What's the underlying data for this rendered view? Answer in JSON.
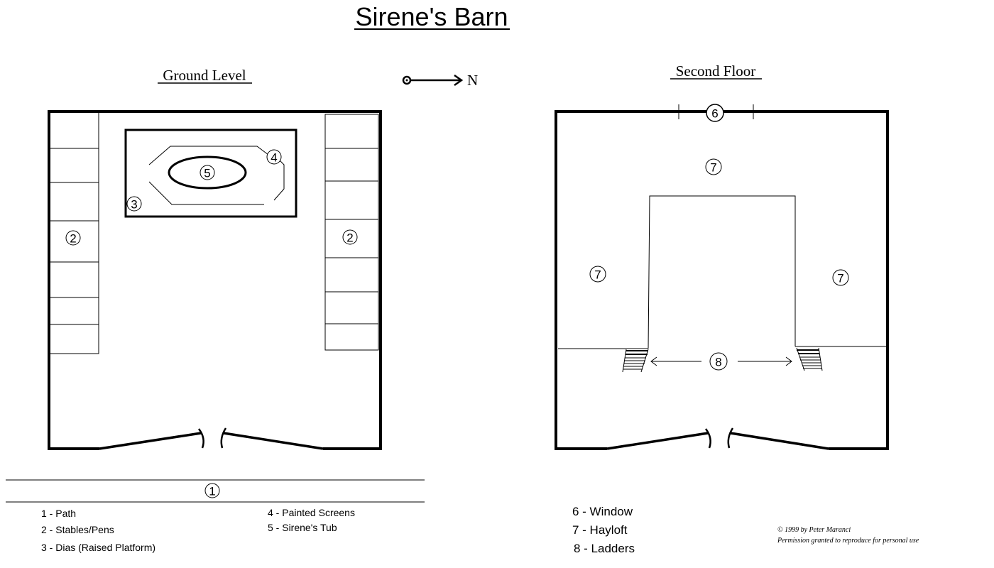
{
  "title": "Sirene's Barn",
  "ground_level": {
    "heading": "Ground Level",
    "labels": {
      "stables_left": "2",
      "stables_right": "2",
      "dias": "3",
      "screens": "4",
      "tub": "5",
      "path": "1"
    }
  },
  "compass": {
    "label": "N"
  },
  "second_floor": {
    "heading": "Second Floor",
    "labels": {
      "window": "6",
      "hayloft_top": "7",
      "hayloft_left": "7",
      "hayloft_right": "7",
      "ladders": "8"
    }
  },
  "legend_left": [
    "1 - Path",
    "2 - Stables/Pens",
    "3 - Dias (Raised Platform)",
    "4 - Painted Screens",
    "5 - Sirene's Tub"
  ],
  "legend_right": [
    "6 - Window",
    "7 - Hayloft",
    "8 - Ladders"
  ],
  "copyright": {
    "line1": "© 1999 by Peter Maranci",
    "line2": "Permission granted to reproduce for personal use"
  }
}
